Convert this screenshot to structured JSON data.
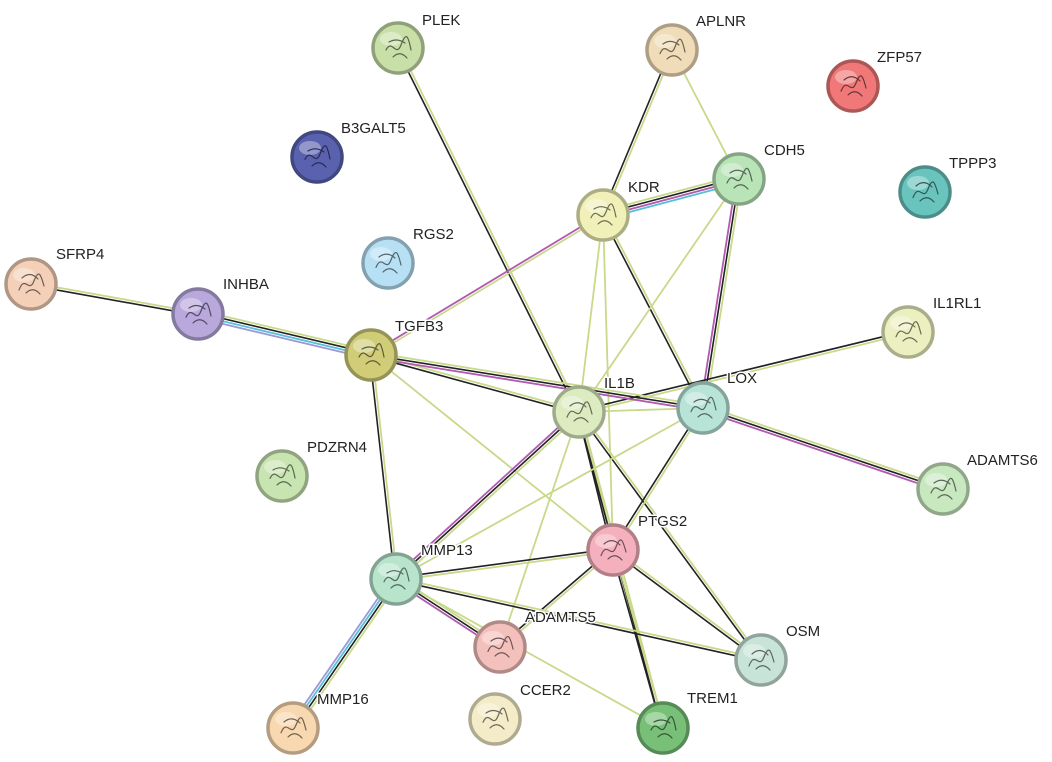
{
  "colors": {
    "edge_textmining": "#c8d98a",
    "edge_coexpression": "#222222",
    "edge_experiments": "#b05ab0",
    "edge_database": "#55c0d8",
    "edge_homology": "#9a9ad8",
    "label": "#222222"
  },
  "nodes": [
    {
      "id": "PLEK",
      "label": "PLEK",
      "color": "#c8e0a8",
      "icon": "protein-structure-icon"
    },
    {
      "id": "APLNR",
      "label": "APLNR",
      "color": "#f0dcb8",
      "icon": "protein-structure-icon"
    },
    {
      "id": "ZFP57",
      "label": "ZFP57",
      "color": "#f07878",
      "icon": "protein-structure-icon"
    },
    {
      "id": "B3GALT5",
      "label": "B3GALT5",
      "color": "#5a62b0",
      "icon": "protein-structure-icon"
    },
    {
      "id": "CDH5",
      "label": "CDH5",
      "color": "#b8e4b8",
      "icon": "protein-structure-icon"
    },
    {
      "id": "TPPP3",
      "label": "TPPP3",
      "color": "#6ac4be",
      "icon": "protein-structure-icon"
    },
    {
      "id": "KDR",
      "label": "KDR",
      "color": "#f0f0b8",
      "icon": "protein-structure-icon"
    },
    {
      "id": "RGS2",
      "label": "RGS2",
      "color": "#b8e0f4",
      "icon": "protein-structure-icon"
    },
    {
      "id": "SFRP4",
      "label": "SFRP4",
      "color": "#f4d0b8",
      "icon": "protein-structure-icon"
    },
    {
      "id": "INHBA",
      "label": "INHBA",
      "color": "#b8a8dc",
      "icon": "protein-structure-icon"
    },
    {
      "id": "IL1RL1",
      "label": "IL1RL1",
      "color": "#ecf0c0",
      "icon": "protein-structure-icon"
    },
    {
      "id": "TGFB3",
      "label": "TGFB3",
      "color": "#d0cc78",
      "icon": "protein-structure-icon"
    },
    {
      "id": "LOX",
      "label": "LOX",
      "color": "#b8e4d8",
      "icon": "protein-structure-icon"
    },
    {
      "id": "IL1B",
      "label": "IL1B",
      "color": "#dcecc0",
      "icon": "protein-structure-icon"
    },
    {
      "id": "PDZRN4",
      "label": "PDZRN4",
      "color": "#c8e4b0",
      "icon": "protein-structure-icon"
    },
    {
      "id": "ADAMTS6",
      "label": "ADAMTS6",
      "color": "#c8e8c0",
      "icon": "protein-structure-icon"
    },
    {
      "id": "PTGS2",
      "label": "PTGS2",
      "color": "#f4b0bc",
      "icon": "protein-structure-icon"
    },
    {
      "id": "MMP13",
      "label": "MMP13",
      "color": "#b8e4cc",
      "icon": "protein-structure-icon"
    },
    {
      "id": "ADAMTS5",
      "label": "ADAMTS5",
      "color": "#f4c0bc",
      "icon": "protein-structure-icon"
    },
    {
      "id": "OSM",
      "label": "OSM",
      "color": "#c8e4d8",
      "icon": "protein-structure-icon"
    },
    {
      "id": "CCER2",
      "label": "CCER2",
      "color": "#f4ecc8",
      "icon": "protein-structure-icon"
    },
    {
      "id": "MMP16",
      "label": "MMP16",
      "color": "#f8d8b0",
      "icon": "protein-structure-icon"
    },
    {
      "id": "TREM1",
      "label": "TREM1",
      "color": "#78c078",
      "icon": "protein-structure-icon"
    }
  ],
  "edges": [
    {
      "source": "SFRP4",
      "target": "INHBA",
      "types": [
        "textmining",
        "coexpression"
      ]
    },
    {
      "source": "INHBA",
      "target": "TGFB3",
      "types": [
        "textmining",
        "coexpression",
        "database",
        "homology"
      ]
    },
    {
      "source": "PLEK",
      "target": "IL1B",
      "types": [
        "textmining",
        "coexpression"
      ]
    },
    {
      "source": "APLNR",
      "target": "KDR",
      "types": [
        "textmining",
        "coexpression"
      ]
    },
    {
      "source": "APLNR",
      "target": "CDH5",
      "types": [
        "textmining"
      ]
    },
    {
      "source": "KDR",
      "target": "CDH5",
      "types": [
        "textmining",
        "coexpression",
        "experiments",
        "database"
      ]
    },
    {
      "source": "KDR",
      "target": "TGFB3",
      "types": [
        "textmining",
        "experiments"
      ]
    },
    {
      "source": "KDR",
      "target": "IL1B",
      "types": [
        "textmining"
      ]
    },
    {
      "source": "KDR",
      "target": "LOX",
      "types": [
        "textmining",
        "coexpression"
      ]
    },
    {
      "source": "KDR",
      "target": "PTGS2",
      "types": [
        "textmining"
      ]
    },
    {
      "source": "CDH5",
      "target": "LOX",
      "types": [
        "textmining",
        "coexpression",
        "experiments"
      ]
    },
    {
      "source": "CDH5",
      "target": "IL1B",
      "types": [
        "textmining"
      ]
    },
    {
      "source": "IL1RL1",
      "target": "IL1B",
      "types": [
        "textmining",
        "coexpression"
      ]
    },
    {
      "source": "TGFB3",
      "target": "IL1B",
      "types": [
        "textmining",
        "coexpression"
      ]
    },
    {
      "source": "TGFB3",
      "target": "LOX",
      "types": [
        "textmining",
        "coexpression",
        "experiments"
      ]
    },
    {
      "source": "TGFB3",
      "target": "MMP13",
      "types": [
        "textmining",
        "coexpression"
      ]
    },
    {
      "source": "TGFB3",
      "target": "PTGS2",
      "types": [
        "textmining"
      ]
    },
    {
      "source": "IL1B",
      "target": "LOX",
      "types": [
        "textmining"
      ]
    },
    {
      "source": "IL1B",
      "target": "PTGS2",
      "types": [
        "textmining",
        "coexpression"
      ]
    },
    {
      "source": "IL1B",
      "target": "MMP13",
      "types": [
        "textmining",
        "coexpression",
        "experiments"
      ]
    },
    {
      "source": "IL1B",
      "target": "ADAMTS5",
      "types": [
        "textmining"
      ]
    },
    {
      "source": "IL1B",
      "target": "OSM",
      "types": [
        "textmining",
        "coexpression"
      ]
    },
    {
      "source": "IL1B",
      "target": "TREM1",
      "types": [
        "textmining",
        "coexpression"
      ]
    },
    {
      "source": "LOX",
      "target": "ADAMTS6",
      "types": [
        "textmining",
        "coexpression",
        "experiments"
      ]
    },
    {
      "source": "LOX",
      "target": "MMP13",
      "types": [
        "textmining"
      ]
    },
    {
      "source": "LOX",
      "target": "PTGS2",
      "types": [
        "textmining",
        "coexpression"
      ]
    },
    {
      "source": "PTGS2",
      "target": "MMP13",
      "types": [
        "textmining",
        "coexpression"
      ]
    },
    {
      "source": "PTGS2",
      "target": "ADAMTS5",
      "types": [
        "textmining",
        "coexpression"
      ]
    },
    {
      "source": "PTGS2",
      "target": "OSM",
      "types": [
        "textmining",
        "coexpression"
      ]
    },
    {
      "source": "PTGS2",
      "target": "TREM1",
      "types": [
        "textmining",
        "coexpression"
      ]
    },
    {
      "source": "MMP13",
      "target": "ADAMTS5",
      "types": [
        "textmining",
        "coexpression",
        "experiments"
      ]
    },
    {
      "source": "MMP13",
      "target": "OSM",
      "types": [
        "textmining",
        "coexpression"
      ]
    },
    {
      "source": "MMP13",
      "target": "MMP16",
      "types": [
        "textmining",
        "coexpression",
        "database",
        "homology"
      ]
    },
    {
      "source": "MMP13",
      "target": "TREM1",
      "types": [
        "textmining"
      ]
    }
  ]
}
